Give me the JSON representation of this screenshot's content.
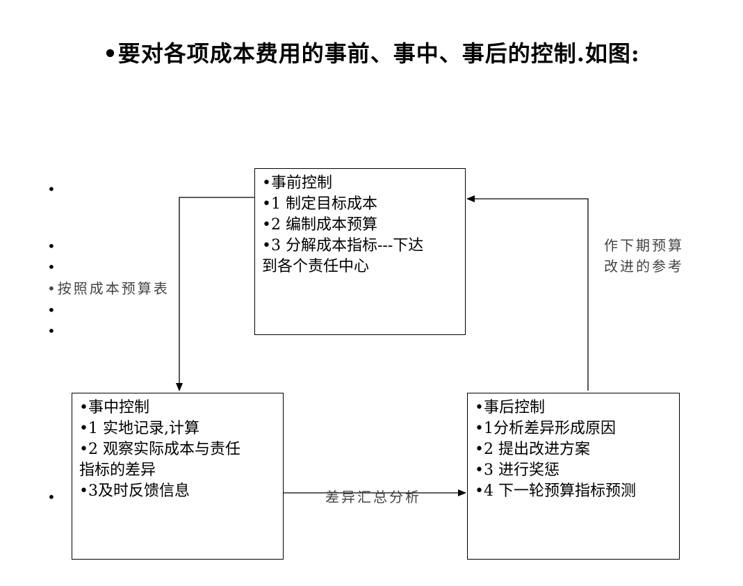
{
  "title": "•要对各项成本费用的事前、事中、事后的控制.如图:",
  "boxes": {
    "pre": {
      "lines": [
        "•事前控制",
        "•1 制定目标成本",
        "•2 编制成本预算",
        "•3 分解成本指标---下达",
        "到各个责任中心"
      ]
    },
    "mid": {
      "lines": [
        "•事中控制",
        "•1 实地记录,计算",
        "•2 观察实际成本与责任",
        "指标的差异",
        "•3及时反馈信息"
      ]
    },
    "post": {
      "lines": [
        "•事后控制",
        "•1分析差异形成原因",
        "•2 提出改进方案",
        "•3 进行奖惩",
        "•4 下一轮预算指标预测"
      ]
    }
  },
  "labels": {
    "budget": "•按照成本预算表",
    "analysis": "差异汇总分析",
    "feedback": [
      "作下期预算",
      "改进的参考"
    ]
  },
  "bullets": [
    "•",
    "•",
    "•",
    "•",
    "•",
    "•"
  ]
}
